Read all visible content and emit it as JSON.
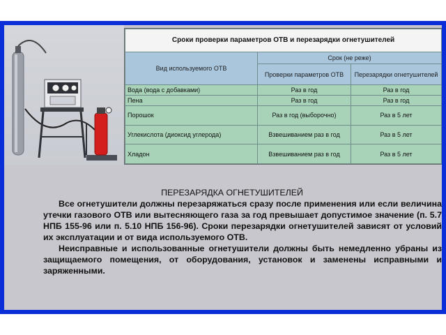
{
  "table": {
    "title": "Сроки проверки параметров ОТВ и перезарядки огнетушителей",
    "col_kind": "Вид используемого ОТВ",
    "col_term": "Срок (не реже)",
    "col_check": "Проверки параметров ОТВ",
    "col_recharge": "Перезарядки огнетушителей",
    "rows": [
      {
        "kind": "Вода (вода с добавками)",
        "check": "Раз в год",
        "recharge": "Раз в год"
      },
      {
        "kind": "Пена",
        "check": "Раз в год",
        "recharge": "Раз в год"
      },
      {
        "kind": "Порошок",
        "check": "Раз в год (выборочно)",
        "recharge": "Раз в 5 лет"
      },
      {
        "kind": "Углекислота (диоксид углерода)",
        "check": "Взвешиванием раз в год",
        "recharge": "Раз в 5 лет"
      },
      {
        "kind": "Хладон",
        "check": "Взвешиванием раз в год",
        "recharge": "Раз в 5 лет"
      }
    ]
  },
  "text": {
    "heading": "ПЕРЕЗАРЯДКА ОГНЕТУШИТЕЛЕЙ",
    "p1": "Все огнетушители должны перезаряжаться сразу после применения или если величина утечки газового ОТВ или вытесняющего газа за год превышает допустимое значение (п. 5.7 НПБ 155-96 или п. 5.10 НПБ 156-96). Сроки перезарядки огнетушителей зависят от условий их эксплуатации и от вида используемого ОТВ.",
    "p2": "Неисправные и использованные огнетушители должны быть немедленно убраны из защищаемого помещения, от оборудования, установок и заменены исправными и заряженными."
  }
}
